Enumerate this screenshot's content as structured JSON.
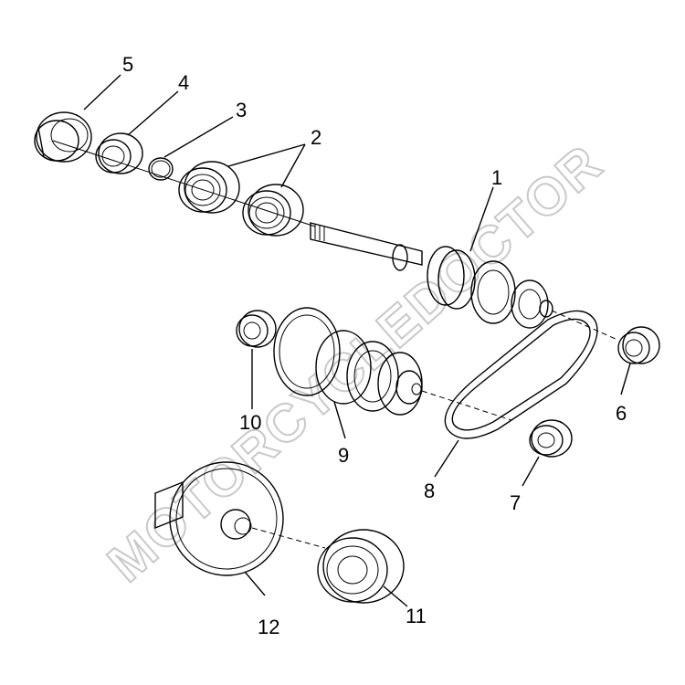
{
  "watermark": "MOTORCYCLEDOCTOR",
  "callouts": {
    "c1": "1",
    "c2": "2",
    "c3": "3",
    "c4": "4",
    "c5": "5",
    "c6": "6",
    "c7": "7",
    "c8": "8",
    "c9": "9",
    "c10": "10",
    "c11": "11",
    "c12": "12"
  }
}
